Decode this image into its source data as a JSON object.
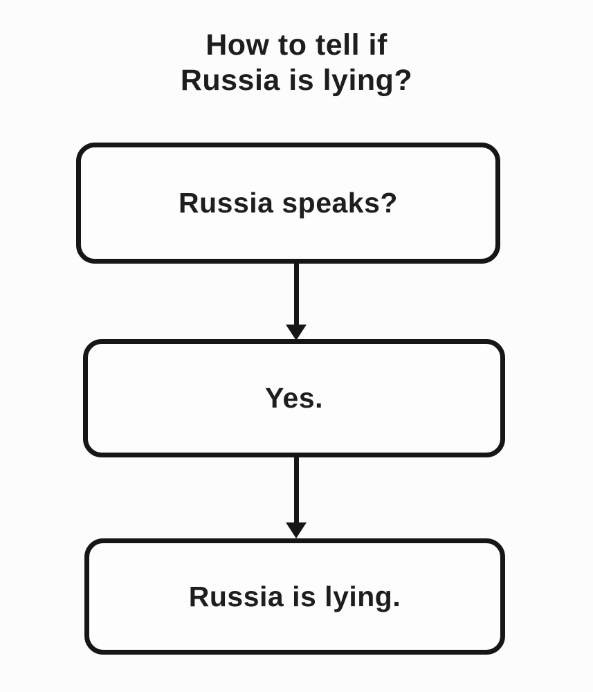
{
  "page": {
    "background_color": "#fcfcfc",
    "ink_color": "#161616",
    "title_line1": "How to tell if",
    "title_line2": "Russia is lying?"
  },
  "flowchart": {
    "nodes": [
      {
        "label": "Russia speaks?"
      },
      {
        "label": "Yes."
      },
      {
        "label": "Russia is lying."
      }
    ],
    "connectors": [
      {
        "from": 1,
        "to": 2,
        "direction": "down"
      },
      {
        "from": 2,
        "to": 3,
        "direction": "down"
      }
    ]
  }
}
